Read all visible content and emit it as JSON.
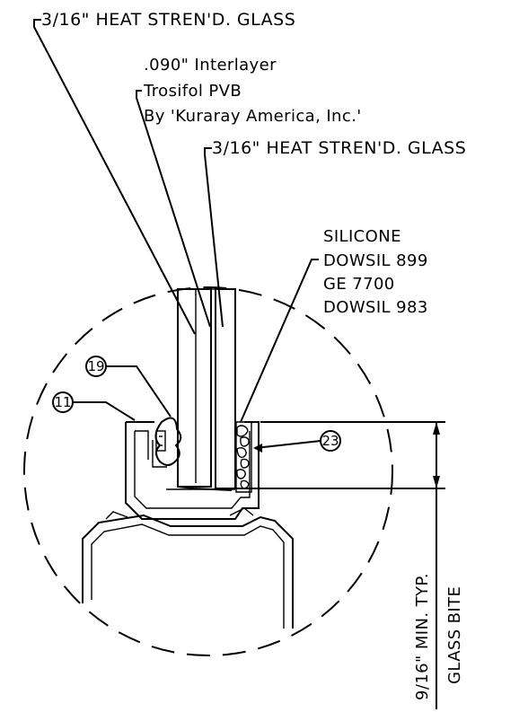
{
  "labels": {
    "outer_glass": "3/16\" HEAT STREN'D. GLASS",
    "interlayer_line1": ".090\" Interlayer",
    "interlayer_line2": "Trosifol PVB",
    "interlayer_line3": "By 'Kuraray America, Inc.'",
    "inner_glass": "3/16\" HEAT STREN'D. GLASS",
    "silicone_1": "SILICONE",
    "silicone_2": "DOWSIL 899",
    "silicone_3": "GE 7700",
    "silicone_4": "DOWSIL 983",
    "dimension_1": "9/16\" MIN. TYP.",
    "dimension_2": "GLASS BITE"
  },
  "tags": {
    "tag_19": "19",
    "tag_11": "11",
    "tag_23": "23"
  }
}
